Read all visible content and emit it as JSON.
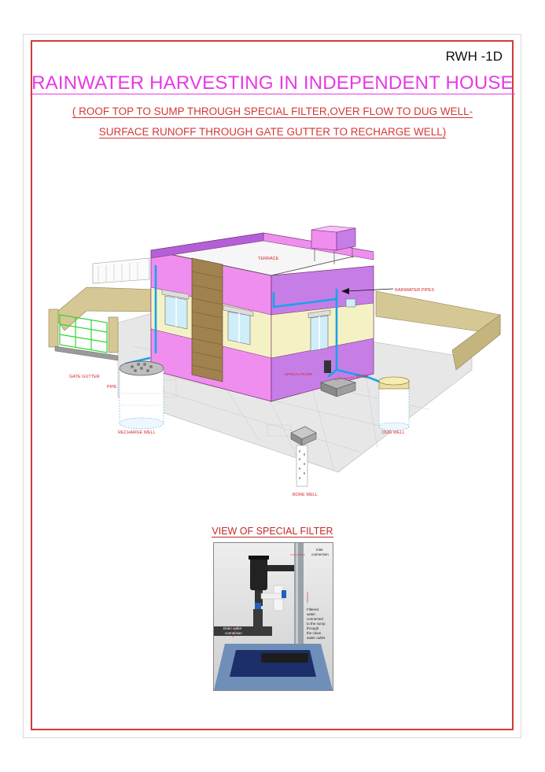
{
  "drawing_code": "RWH -1D",
  "title": "RAINWATER HARVESTING IN INDEPENDENT HOUSE",
  "subtitle_line1": "( ROOF TOP TO SUMP THROUGH SPECIAL  FILTER,OVER FLOW TO DUG WELL-",
  "subtitle_line2": "SURFACE RUNOFF THROUGH  GATE GUTTER TO RECHARGE WELL)",
  "labels": {
    "terrace": "TERRACE",
    "rainwater_pipes": "RAINWATER PIPES",
    "gate_gutter": "GATE GUTTER",
    "pipe": "PIPE",
    "special_filter": "SPECIAL FILTER",
    "sump": "SUMP",
    "recharge_well": "RECHARGE WELL",
    "dug_well": "DUG  WELL",
    "bore_well": "BORE WELL"
  },
  "filter_view": {
    "title": "VIEW OF SPECIAL FILTER",
    "label_inlet_1": "Inlet",
    "label_inlet_2": "connection",
    "label_filtered_1": "Filtered",
    "label_filtered_2": "water",
    "label_filtered_3": "connected",
    "label_filtered_4": "to the sump",
    "label_filtered_5": "through",
    "label_filtered_6": "the clean",
    "label_filtered_7": "water outlet",
    "label_drain_1": "Drain outlet",
    "label_drain_2": "connection"
  },
  "colors": {
    "frame_red": "#d23a3a",
    "title_magenta": "#e838e8",
    "wall_pink": "#f08ef0",
    "wall_purple": "#b45fd8",
    "wall_yellow": "#f4f2c4",
    "compound_tan": "#d6c894",
    "pipe_blue": "#1aa3e8",
    "gate_green": "#33d633"
  }
}
